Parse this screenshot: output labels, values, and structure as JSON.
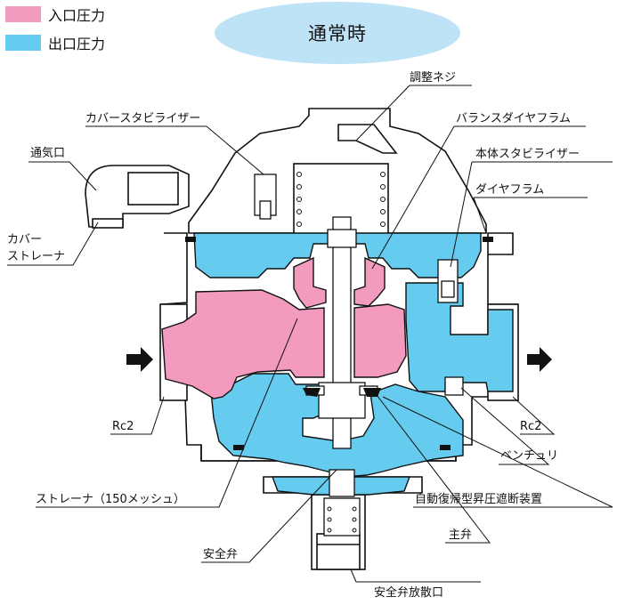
{
  "legend": {
    "inlet": {
      "label": "入口圧力",
      "color": "#f29bbf"
    },
    "outlet": {
      "label": "出口圧力",
      "color": "#65cbef"
    }
  },
  "title": {
    "text": "通常時",
    "bubble_color": "#bfe3f6"
  },
  "labels": {
    "adjust_screw": "調整ネジ",
    "cover_stabilizer": "カバースタビライザー",
    "balance_diaphragm": "バランスダイヤフラム",
    "vent": "通気口",
    "body_stabilizer": "本体スタビライザー",
    "diaphragm": "ダイヤフラム",
    "cover_strainer_1": "カバー",
    "cover_strainer_2": "ストレーナ",
    "rc2_left": "Rc2",
    "rc2_right": "Rc2",
    "venturi": "ベンチュリ",
    "strainer_150": "ストレーナ（150メッシュ）",
    "auto_reset_cutoff": "自動復帰型昇圧遮断装置",
    "main_valve": "主弁",
    "safety_valve": "安全弁",
    "safety_valve_outlet": "安全弁放散口"
  },
  "colors": {
    "inlet": "#f29bbf",
    "outlet": "#65cbef",
    "outline": "#111111",
    "arrow": "#111111"
  }
}
